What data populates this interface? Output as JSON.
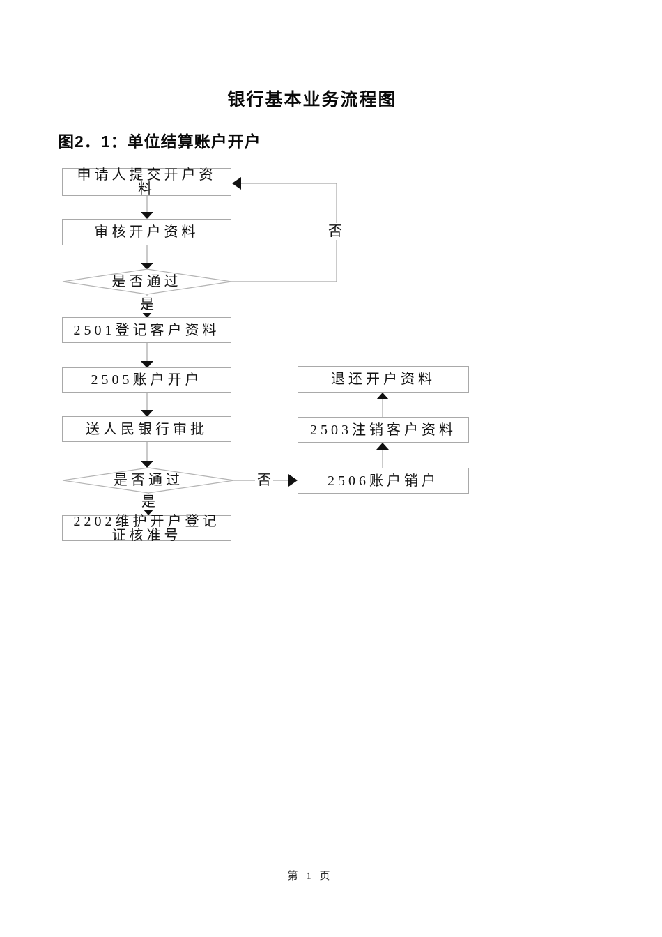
{
  "document": {
    "title": "银行基本业务流程图",
    "figure_caption": "图2．1：单位结算账户开户",
    "page_footer": "第 1 页"
  },
  "flowchart": {
    "boxes": [
      {
        "label": "申请人提交开户资料"
      },
      {
        "label": "审核开户资料"
      },
      {
        "label": "2501登记客户资料"
      },
      {
        "label": "2505账户开户"
      },
      {
        "label": "送人民银行审批"
      },
      {
        "label": "2202维护开户登记证核准号"
      },
      {
        "label": "退还开户资料"
      },
      {
        "label": "2503注销客户资料"
      },
      {
        "label": "2506账户销户"
      }
    ],
    "decisions": [
      {
        "label": "是否通过"
      },
      {
        "label": "是否通过"
      }
    ],
    "branch_labels": {
      "yes": "是",
      "no": "否"
    },
    "colors": {
      "line": "#a6a6a6",
      "box_border": "#a9a9a9",
      "arrowhead": "#111111",
      "text": "#141414"
    }
  }
}
